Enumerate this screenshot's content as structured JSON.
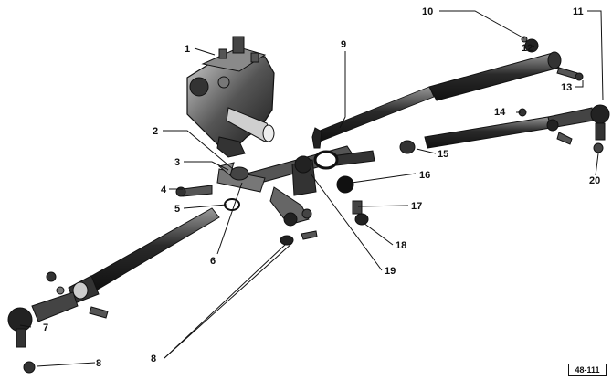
{
  "diagram": {
    "callouts": [
      {
        "id": "c1",
        "label": "1"
      },
      {
        "id": "c2",
        "label": "2"
      },
      {
        "id": "c3",
        "label": "3"
      },
      {
        "id": "c4",
        "label": "4"
      },
      {
        "id": "c5",
        "label": "5"
      },
      {
        "id": "c6",
        "label": "6"
      },
      {
        "id": "c7",
        "label": "7"
      },
      {
        "id": "c8a",
        "label": "8"
      },
      {
        "id": "c8b",
        "label": "8"
      },
      {
        "id": "c9",
        "label": "9"
      },
      {
        "id": "c10",
        "label": "10"
      },
      {
        "id": "c11",
        "label": "11"
      },
      {
        "id": "c12",
        "label": "12"
      },
      {
        "id": "c13",
        "label": "13"
      },
      {
        "id": "c14",
        "label": "14"
      },
      {
        "id": "c15",
        "label": "15"
      },
      {
        "id": "c16",
        "label": "16"
      },
      {
        "id": "c17",
        "label": "17"
      },
      {
        "id": "c18",
        "label": "18"
      },
      {
        "id": "c19",
        "label": "19"
      },
      {
        "id": "c20",
        "label": "20"
      }
    ],
    "figure_ref": "48-111",
    "colors": {
      "ink": "#111111",
      "metal_dark": "#2a2a2a",
      "metal_mid": "#6b6b6b",
      "metal_light": "#bdbdbd",
      "paper": "#ffffff"
    }
  }
}
